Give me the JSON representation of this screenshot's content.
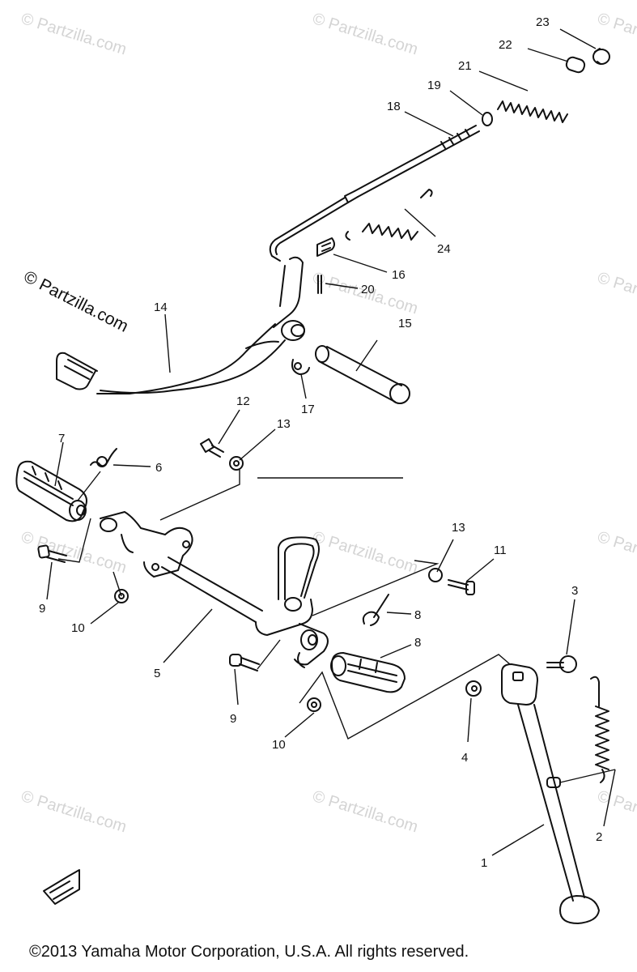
{
  "watermark_text": "© Partzilla.com",
  "copyright": "©2013 Yamaha Motor Corporation, U.S.A. All rights reserved.",
  "callouts": {
    "c1": "1",
    "c2": "2",
    "c3": "3",
    "c4": "4",
    "c5": "5",
    "c6": "6",
    "c7": "7",
    "c8a": "8",
    "c8b": "8",
    "c9a": "9",
    "c9b": "9",
    "c10a": "10",
    "c10b": "10",
    "c11": "11",
    "c12": "12",
    "c13a": "13",
    "c13b": "13",
    "c14": "14",
    "c15": "15",
    "c16": "16",
    "c17": "17",
    "c18": "18",
    "c19": "19",
    "c20": "20",
    "c21": "21",
    "c22": "22",
    "c23": "23",
    "c24": "24"
  }
}
